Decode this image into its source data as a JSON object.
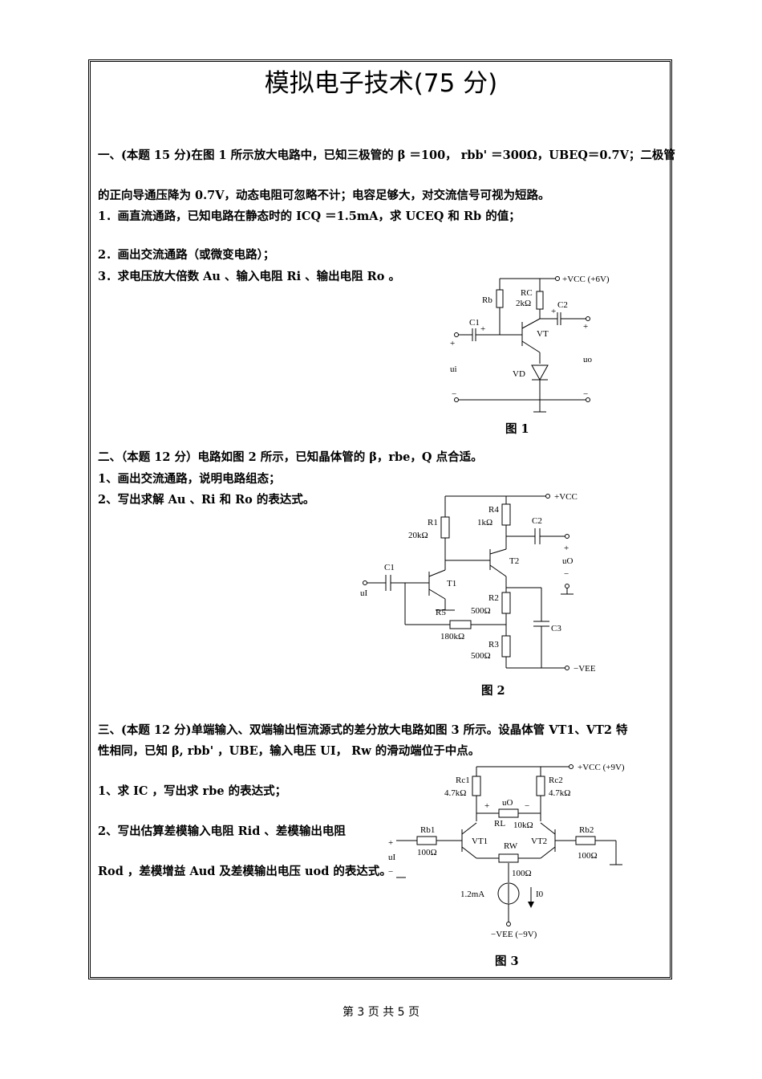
{
  "title": "模拟电子技术(75 分)",
  "q1": {
    "l1": "一、(本题 15 分)在图 1 所示放大电路中，已知三极管的 β ＝100， rbb' ＝300Ω，UBEQ＝0.7V；二极管",
    "l2": "的正向导通压降为 0.7V，动态电阻可忽略不计；电容足够大，对交流信号可视为短路。",
    "l3": "1．画直流通路，已知电路在静态时的 ICQ ＝1.5mA，求 UCEQ 和 Rb 的值；",
    "l4": "2．画出交流通路（或微变电路）；",
    "l5": "3．求电压放大倍数 Au 、输入电阻 Ri 、输出电阻 Ro 。",
    "fig": "图 1",
    "labels": {
      "vcc": "+VCC (+6V)",
      "rb": "Rb",
      "rc": "RC",
      "rc_val": "2kΩ",
      "c1": "C1",
      "c2": "C2",
      "vt": "VT",
      "vd": "VD",
      "ui": "ui",
      "uo": "uo"
    }
  },
  "q2": {
    "l1": "二、（本题 12 分）电路如图 2 所示，已知晶体管的 β，rbe，Q 点合适。",
    "l2": "1、画出交流通路，说明电路组态；",
    "l3": "2、写出求解 Au 、Ri 和 Ro 的表达式。",
    "fig": "图 2",
    "labels": {
      "vcc": "+VCC",
      "r1": "R1",
      "r1_val": "20kΩ",
      "r4": "R4",
      "r4_val": "1kΩ",
      "c1": "C1",
      "c2": "C2",
      "c3": "C3",
      "t1": "T1",
      "t2": "T2",
      "r2": "R2",
      "r2_val": "500Ω",
      "r5": "R5",
      "r5_val": "180kΩ",
      "r3": "R3",
      "r3_val": "500Ω",
      "vee": "−VEE",
      "ui": "uI",
      "uo": "uO"
    }
  },
  "q3": {
    "l1": "三、(本题 12 分)单端输入、双端输出恒流源式的差分放大电路如图 3 所示。设晶体管 VT1、VT2 特",
    "l2": "性相同，已知 β, rbb' ，UBE，输入电压 UI， Rw 的滑动端位于中点。",
    "l3": "1、求 IC ，写出求 rbe 的表达式；",
    "l4": "2、写出估算差模输入电阻 Rid 、差模输出电阻",
    "l5": "Rod ，差模增益 Aud 及差模输出电压 uod 的表达式。",
    "fig": "图 3",
    "labels": {
      "vcc": "+VCC (+9V)",
      "rc1": "Rc1",
      "rc1_val": "4.7kΩ",
      "rc2": "Rc2",
      "rc2_val": "4.7kΩ",
      "uo": "uO",
      "rl": "RL",
      "rl_val": "10kΩ",
      "rb1": "Rb1",
      "rb1_val": "100Ω",
      "rb2": "Rb2",
      "rb2_val": "100Ω",
      "vt1": "VT1",
      "vt2": "VT2",
      "rw": "RW",
      "rw_val": "100Ω",
      "is": "1.2mA",
      "i0": "I0",
      "vee": "−VEE (−9V)",
      "ui": "uI"
    }
  },
  "footer": "第 3 页 共 5 页"
}
